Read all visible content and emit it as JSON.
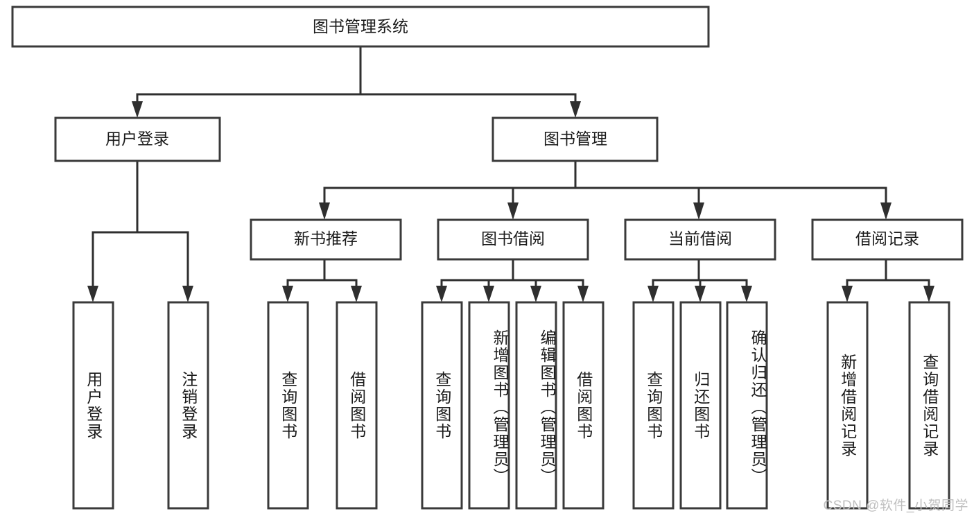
{
  "diagram": {
    "title": "图书管理系统",
    "type": "tree-hierarchy",
    "watermark": "CSDN @软件_小贺同学",
    "colors": {
      "box_stroke": "#3a3a3a",
      "box_fill": "#ffffff",
      "connector": "#2f2f2f",
      "text": "#1b1b1b",
      "watermark": "#bfbfbf",
      "background": "#ffffff"
    },
    "root": {
      "label": "图书管理系统",
      "orientation": "horizontal"
    },
    "level2": [
      {
        "id": "user-login",
        "label": "用户登录",
        "orientation": "horizontal"
      },
      {
        "id": "book-management",
        "label": "图书管理",
        "orientation": "horizontal"
      }
    ],
    "level3": [
      {
        "id": "new-book-recommend",
        "label": "新书推荐",
        "orientation": "horizontal",
        "parent": "book-management"
      },
      {
        "id": "book-borrow",
        "label": "图书借阅",
        "orientation": "horizontal",
        "parent": "book-management"
      },
      {
        "id": "current-borrow",
        "label": "当前借阅",
        "orientation": "horizontal",
        "parent": "book-management"
      },
      {
        "id": "borrow-record",
        "label": "借阅记录",
        "orientation": "horizontal",
        "parent": "book-management"
      }
    ],
    "leaves": [
      {
        "id": "leaf-user-login",
        "label": "用户登录",
        "orientation": "vertical",
        "parent": "user-login"
      },
      {
        "id": "leaf-logout-login",
        "label": "注销登录",
        "orientation": "vertical",
        "parent": "user-login"
      },
      {
        "id": "leaf-query-book-1",
        "label": "查询图书",
        "orientation": "vertical",
        "parent": "new-book-recommend"
      },
      {
        "id": "leaf-borrow-book-1",
        "label": "借阅图书",
        "orientation": "vertical",
        "parent": "new-book-recommend"
      },
      {
        "id": "leaf-query-book-2",
        "label": "查询图书",
        "orientation": "vertical",
        "parent": "book-borrow"
      },
      {
        "id": "leaf-add-book",
        "label": "新增图书（管理员）",
        "orientation": "vertical",
        "parent": "book-borrow"
      },
      {
        "id": "leaf-edit-book",
        "label": "编辑图书（管理员）",
        "orientation": "vertical",
        "parent": "book-borrow"
      },
      {
        "id": "leaf-borrow-book-2",
        "label": "借阅图书",
        "orientation": "vertical",
        "parent": "book-borrow"
      },
      {
        "id": "leaf-query-book-3",
        "label": "查询图书",
        "orientation": "vertical",
        "parent": "current-borrow"
      },
      {
        "id": "leaf-return-book",
        "label": "归还图书",
        "orientation": "vertical",
        "parent": "current-borrow"
      },
      {
        "id": "leaf-confirm-return",
        "label": "确认归还（管理员）",
        "orientation": "vertical",
        "parent": "current-borrow"
      },
      {
        "id": "leaf-add-record",
        "label": "新增借阅记录",
        "orientation": "vertical",
        "parent": "borrow-record"
      },
      {
        "id": "leaf-query-record",
        "label": "查询借阅记录",
        "orientation": "vertical",
        "parent": "borrow-record"
      }
    ]
  }
}
